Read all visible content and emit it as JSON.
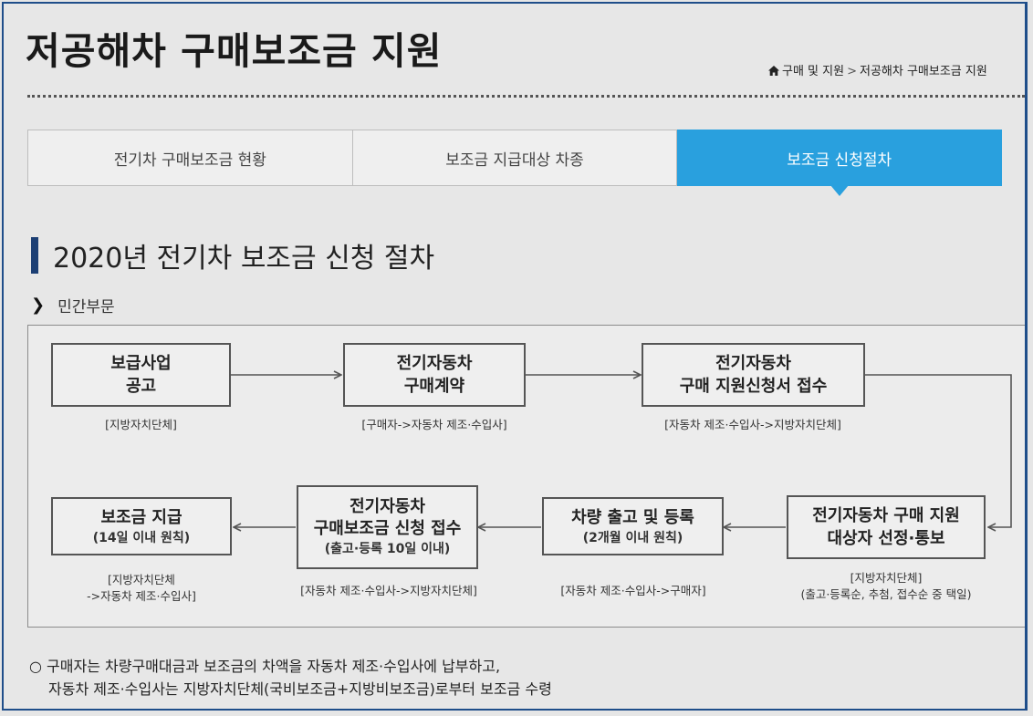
{
  "header": {
    "title": "저공해차 구매보조금 지원",
    "breadcrumb": {
      "home": "구매 및 지원",
      "separator": ">",
      "current": "저공해차 구매보조금 지원"
    }
  },
  "tabs": [
    {
      "label": "전기차 구매보조금 현황",
      "active": false
    },
    {
      "label": "보조금 지급대상 차종",
      "active": false
    },
    {
      "label": "보조금 신청절차",
      "active": true
    }
  ],
  "section": {
    "title": "2020년 전기차 보조금 신청 절차",
    "subsection": "민간부문"
  },
  "steps": [
    {
      "title": [
        "보급사업",
        "공고"
      ],
      "actor": [
        "[지방자치단체]"
      ]
    },
    {
      "title": [
        "전기자동차",
        "구매계약"
      ],
      "actor": [
        "[구매자->자동차 제조·수입사]"
      ]
    },
    {
      "title": [
        "전기자동차",
        "구매 지원신청서 접수"
      ],
      "actor": [
        "[자동차 제조·수입사->지방자치단체]"
      ]
    },
    {
      "title": [
        "전기자동차 구매 지원",
        "대상자 선정·통보"
      ],
      "actor": [
        "[지방자치단체]",
        "(출고·등록순, 추첨, 접수순 중 택일)"
      ]
    },
    {
      "title": [
        "차량 출고 및 등록"
      ],
      "note": "(2개월 이내 원칙)",
      "actor": [
        "[자동차 제조·수입사->구매자]"
      ]
    },
    {
      "title": [
        "전기자동차",
        "구매보조금 신청 접수"
      ],
      "note": "(출고·등록 10일 이내)",
      "actor": [
        "[자동차 제조·수입사->지방자치단체]"
      ]
    },
    {
      "title": [
        "보조금 지급"
      ],
      "note": "(14일 이내 원칙)",
      "actor": [
        "[지방자치단체",
        "->자동차 제조·수입사]"
      ]
    }
  ],
  "notes": [
    "○ 구매자는 차량구매대금과 보조금의 차액을 자동차 제조·수입사에 납부하고,",
    "자동차 제조·수입사는 지방자치단체(국비보조금+지방비보조금)로부터 보조금 수령"
  ],
  "colors": {
    "accent": "#29a0de",
    "section_bar": "#1c3f74"
  },
  "icons": {
    "home": "home-icon",
    "subsection": "chevron-right-icon"
  }
}
